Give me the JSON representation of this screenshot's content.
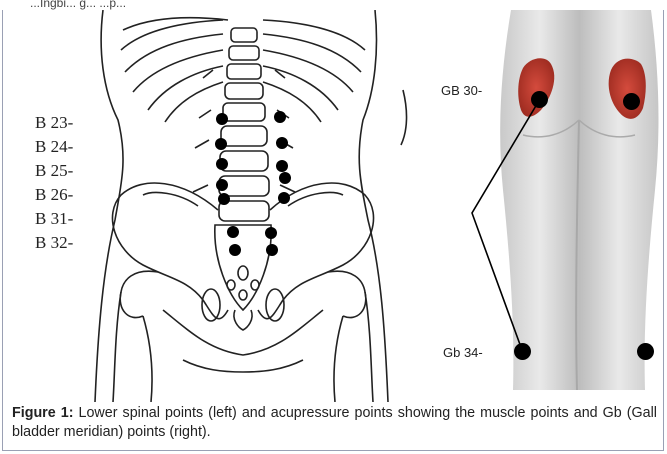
{
  "top_snippet": "...Ingbi... g... ...p...",
  "left_labels": [
    "B 23-",
    "B 24-",
    "B 25-",
    "B 26-",
    "B 31-",
    "B 32-"
  ],
  "right_labels": {
    "gb30": "GB 30-",
    "gb34": "Gb 34-"
  },
  "caption": {
    "prefix": "Figure 1:",
    "text": " Lower spinal points (left) and acupressure points showing the muscle points and Gb (Gall bladder meridian) points (right)."
  }
}
